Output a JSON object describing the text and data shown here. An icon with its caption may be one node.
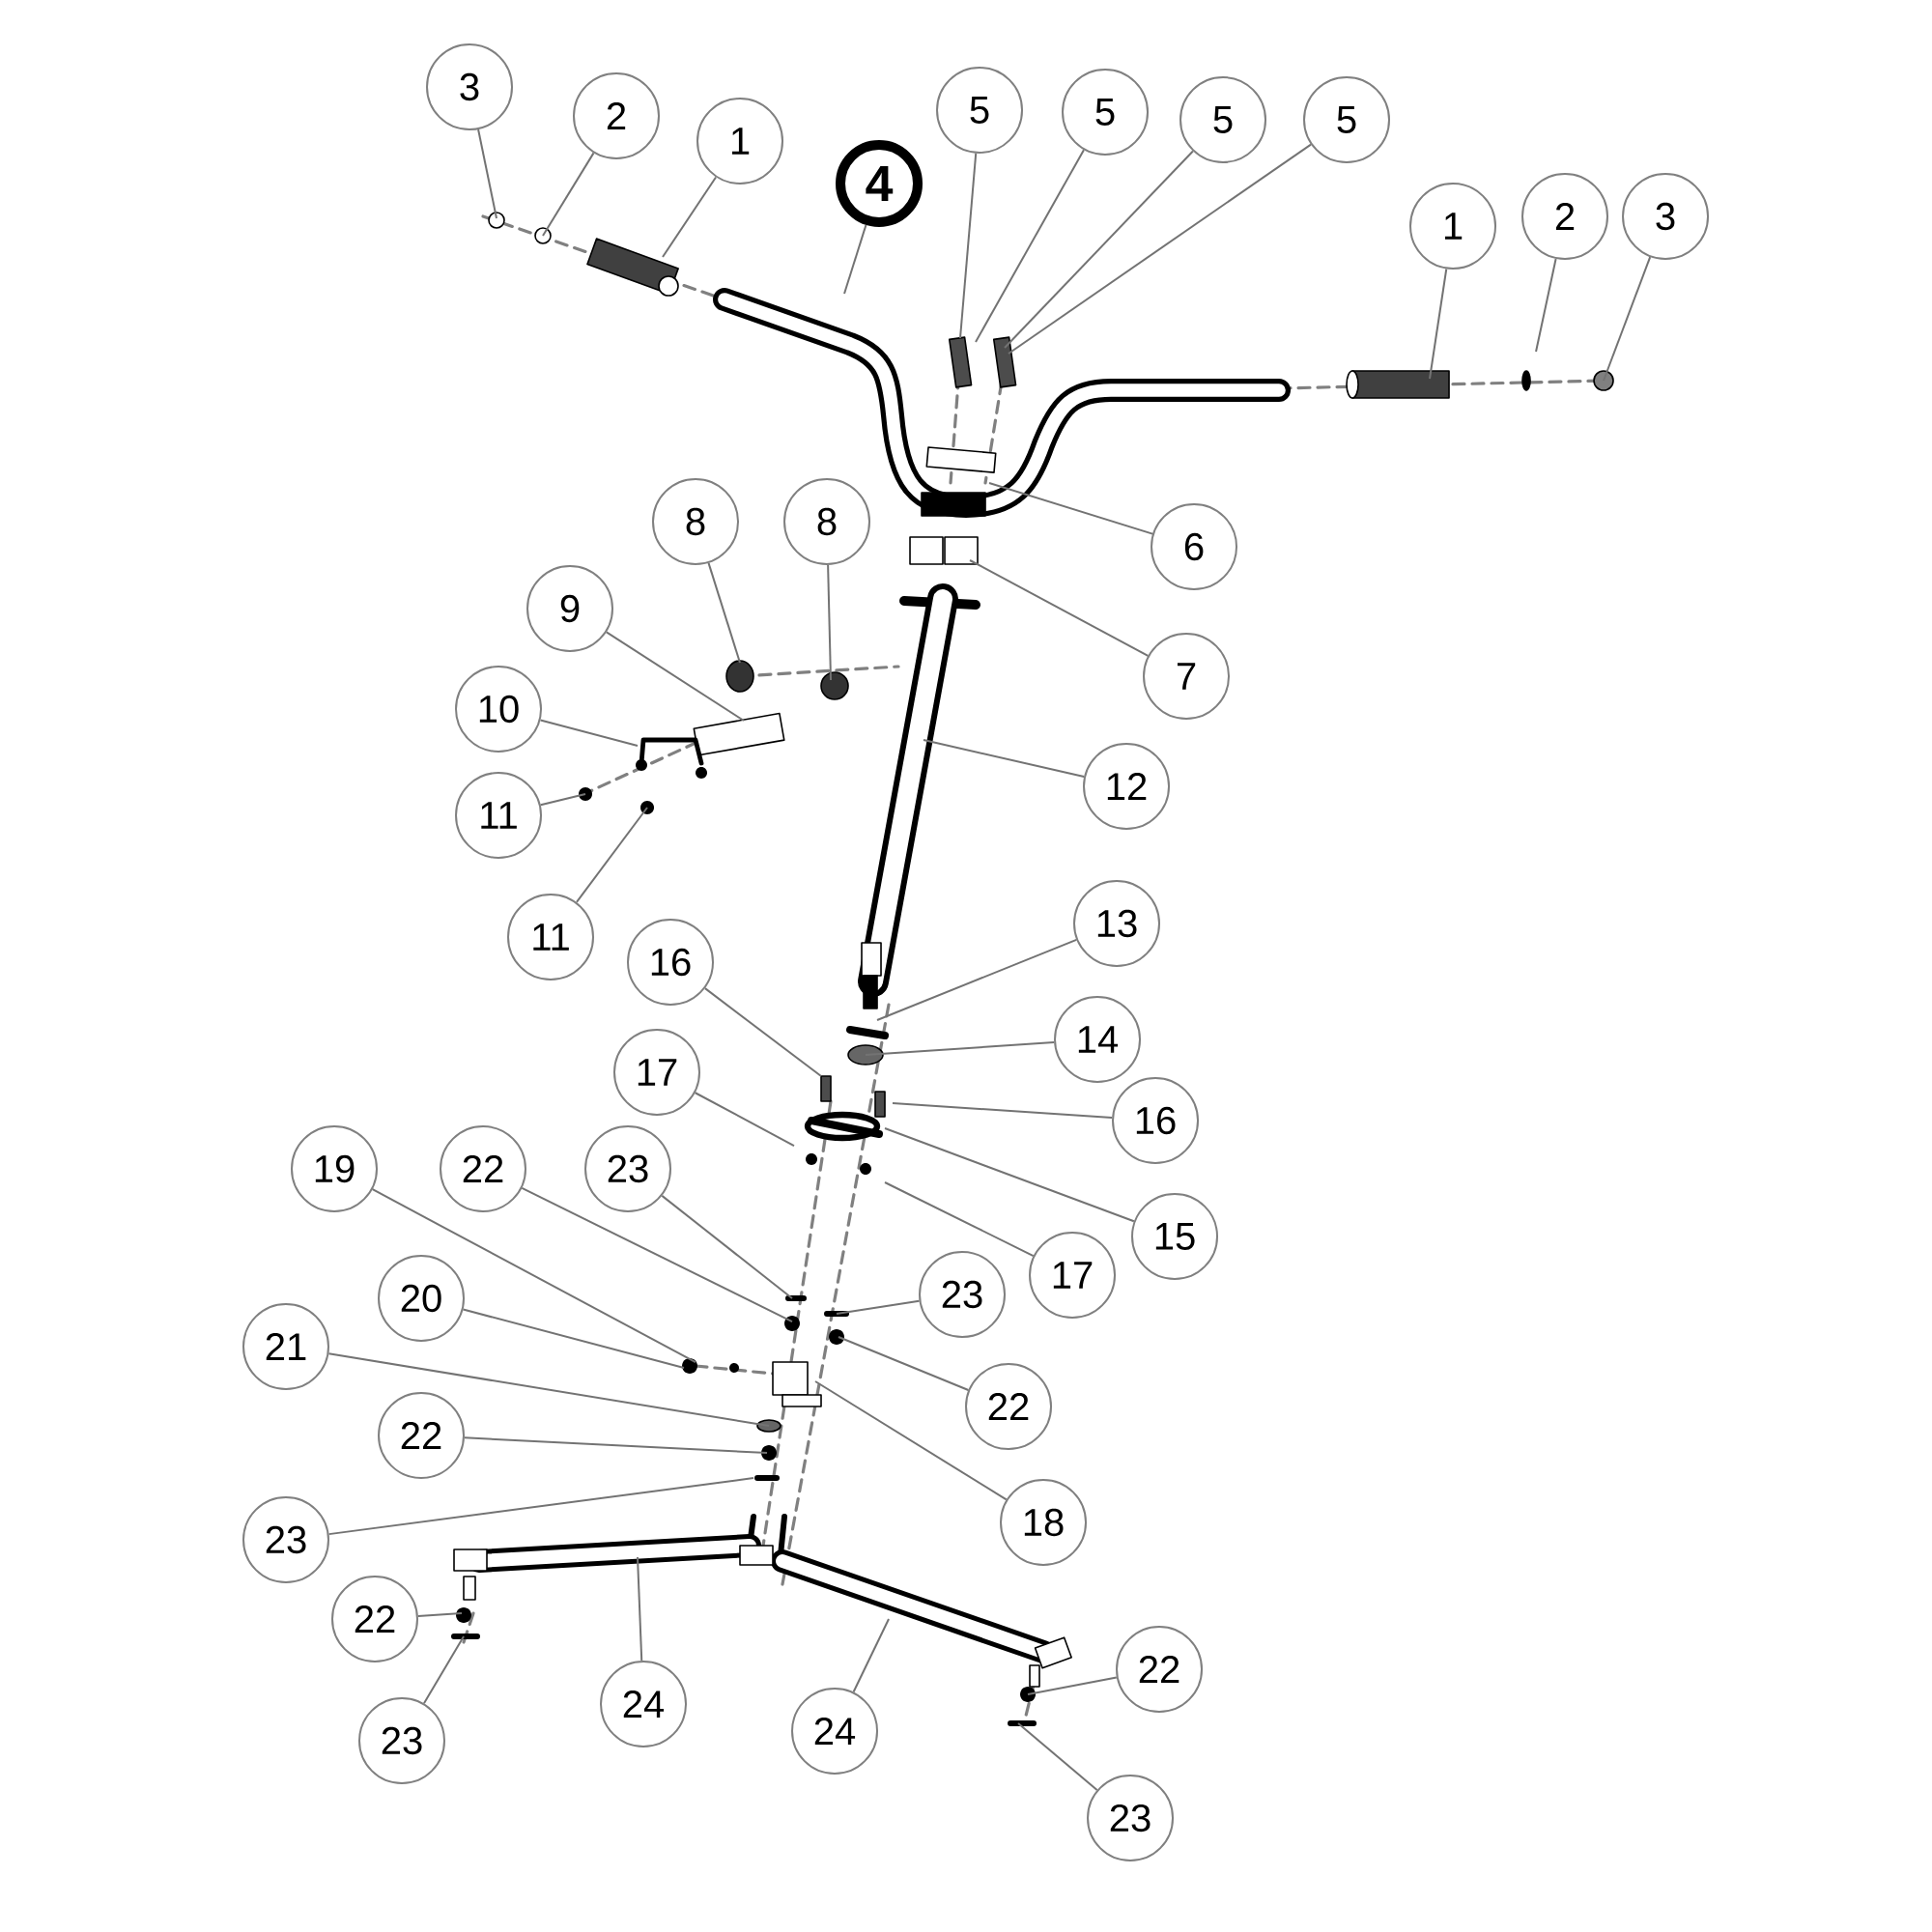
{
  "diagram": {
    "nodes": [
      {
        "text": [
          "3"
        ]
      },
      {
        "text": [
          "2"
        ]
      },
      {
        "text": [
          "1"
        ]
      },
      {
        "text": [
          "4"
        ]
      },
      {
        "text": [
          "5"
        ]
      },
      {
        "text": [
          "5"
        ]
      },
      {
        "text": [
          "5"
        ]
      },
      {
        "text": [
          "5"
        ]
      },
      {
        "text": [
          "1"
        ]
      },
      {
        "text": [
          "2"
        ]
      },
      {
        "text": [
          "3"
        ]
      },
      {
        "text": [
          "6"
        ]
      },
      {
        "text": [
          "7"
        ]
      },
      {
        "text": [
          "8"
        ]
      },
      {
        "text": [
          "8"
        ]
      },
      {
        "text": [
          "9"
        ]
      },
      {
        "text": [
          "10"
        ]
      },
      {
        "text": [
          "11"
        ]
      },
      {
        "text": [
          "11"
        ]
      },
      {
        "text": [
          "12"
        ]
      },
      {
        "text": [
          "13"
        ]
      },
      {
        "text": [
          "14"
        ]
      },
      {
        "text": [
          "16"
        ]
      },
      {
        "text": [
          "16"
        ]
      },
      {
        "text": [
          "17"
        ]
      },
      {
        "text": [
          "15"
        ]
      },
      {
        "text": [
          "17"
        ]
      },
      {
        "text": [
          "19"
        ]
      },
      {
        "text": [
          "22"
        ]
      },
      {
        "text": [
          "23"
        ]
      },
      {
        "text": [
          "23"
        ]
      },
      {
        "text": [
          "20"
        ]
      },
      {
        "text": [
          "21"
        ]
      },
      {
        "text": [
          "22"
        ]
      },
      {
        "text": [
          "18"
        ]
      },
      {
        "text": [
          "22"
        ]
      },
      {
        "text": [
          "23"
        ]
      },
      {
        "text": [
          "22"
        ]
      },
      {
        "text": [
          "24"
        ]
      },
      {
        "text": [
          "24"
        ]
      },
      {
        "text": [
          "22"
        ]
      },
      {
        "text": [
          "23"
        ]
      },
      {
        "text": [
          "23"
        ]
      }
    ],
    "edges": [
      {
        "from": 0,
        "to": null,
        "arrow": "none"
      },
      {
        "from": 1,
        "to": null,
        "arrow": "none"
      },
      {
        "from": 2,
        "to": null,
        "arrow": "none"
      },
      {
        "from": 3,
        "to": null,
        "arrow": "none"
      },
      {
        "from": 4,
        "to": null,
        "arrow": "none"
      },
      {
        "from": 5,
        "to": null,
        "arrow": "none"
      },
      {
        "from": 6,
        "to": null,
        "arrow": "none"
      },
      {
        "from": 7,
        "to": null,
        "arrow": "none"
      },
      {
        "from": 8,
        "to": null,
        "arrow": "none"
      },
      {
        "from": 9,
        "to": null,
        "arrow": "none"
      },
      {
        "from": 10,
        "to": null,
        "arrow": "none"
      },
      {
        "from": 11,
        "to": null,
        "arrow": "none"
      },
      {
        "from": 12,
        "to": null,
        "arrow": "none"
      },
      {
        "from": 13,
        "to": null,
        "arrow": "none"
      },
      {
        "from": 14,
        "to": null,
        "arrow": "none"
      },
      {
        "from": 15,
        "to": null,
        "arrow": "none"
      },
      {
        "from": 16,
        "to": null,
        "arrow": "none"
      },
      {
        "from": 17,
        "to": null,
        "arrow": "none"
      },
      {
        "from": 18,
        "to": null,
        "arrow": "none"
      },
      {
        "from": 19,
        "to": null,
        "arrow": "none"
      },
      {
        "from": 20,
        "to": null,
        "arrow": "none"
      },
      {
        "from": 21,
        "to": null,
        "arrow": "none"
      },
      {
        "from": 22,
        "to": null,
        "arrow": "none"
      },
      {
        "from": 23,
        "to": null,
        "arrow": "none"
      },
      {
        "from": 24,
        "to": null,
        "arrow": "none"
      },
      {
        "from": 25,
        "to": null,
        "arrow": "none"
      },
      {
        "from": 26,
        "to": null,
        "arrow": "none"
      },
      {
        "from": 27,
        "to": null,
        "arrow": "none"
      },
      {
        "from": 28,
        "to": null,
        "arrow": "none"
      },
      {
        "from": 29,
        "to": null,
        "arrow": "none"
      },
      {
        "from": 30,
        "to": null,
        "arrow": "none"
      },
      {
        "from": 31,
        "to": null,
        "arrow": "none"
      },
      {
        "from": 32,
        "to": null,
        "arrow": "none"
      },
      {
        "from": 33,
        "to": null,
        "arrow": "none"
      },
      {
        "from": 34,
        "to": null,
        "arrow": "none"
      },
      {
        "from": 35,
        "to": null,
        "arrow": "none"
      },
      {
        "from": 36,
        "to": null,
        "arrow": "none"
      },
      {
        "from": 37,
        "to": null,
        "arrow": "none"
      },
      {
        "from": 38,
        "to": null,
        "arrow": "none"
      },
      {
        "from": 39,
        "to": null,
        "arrow": "none"
      },
      {
        "from": 40,
        "to": null,
        "arrow": "none"
      },
      {
        "from": 41,
        "to": null,
        "arrow": "none"
      },
      {
        "from": 42,
        "to": null,
        "arrow": "none"
      }
    ]
  }
}
